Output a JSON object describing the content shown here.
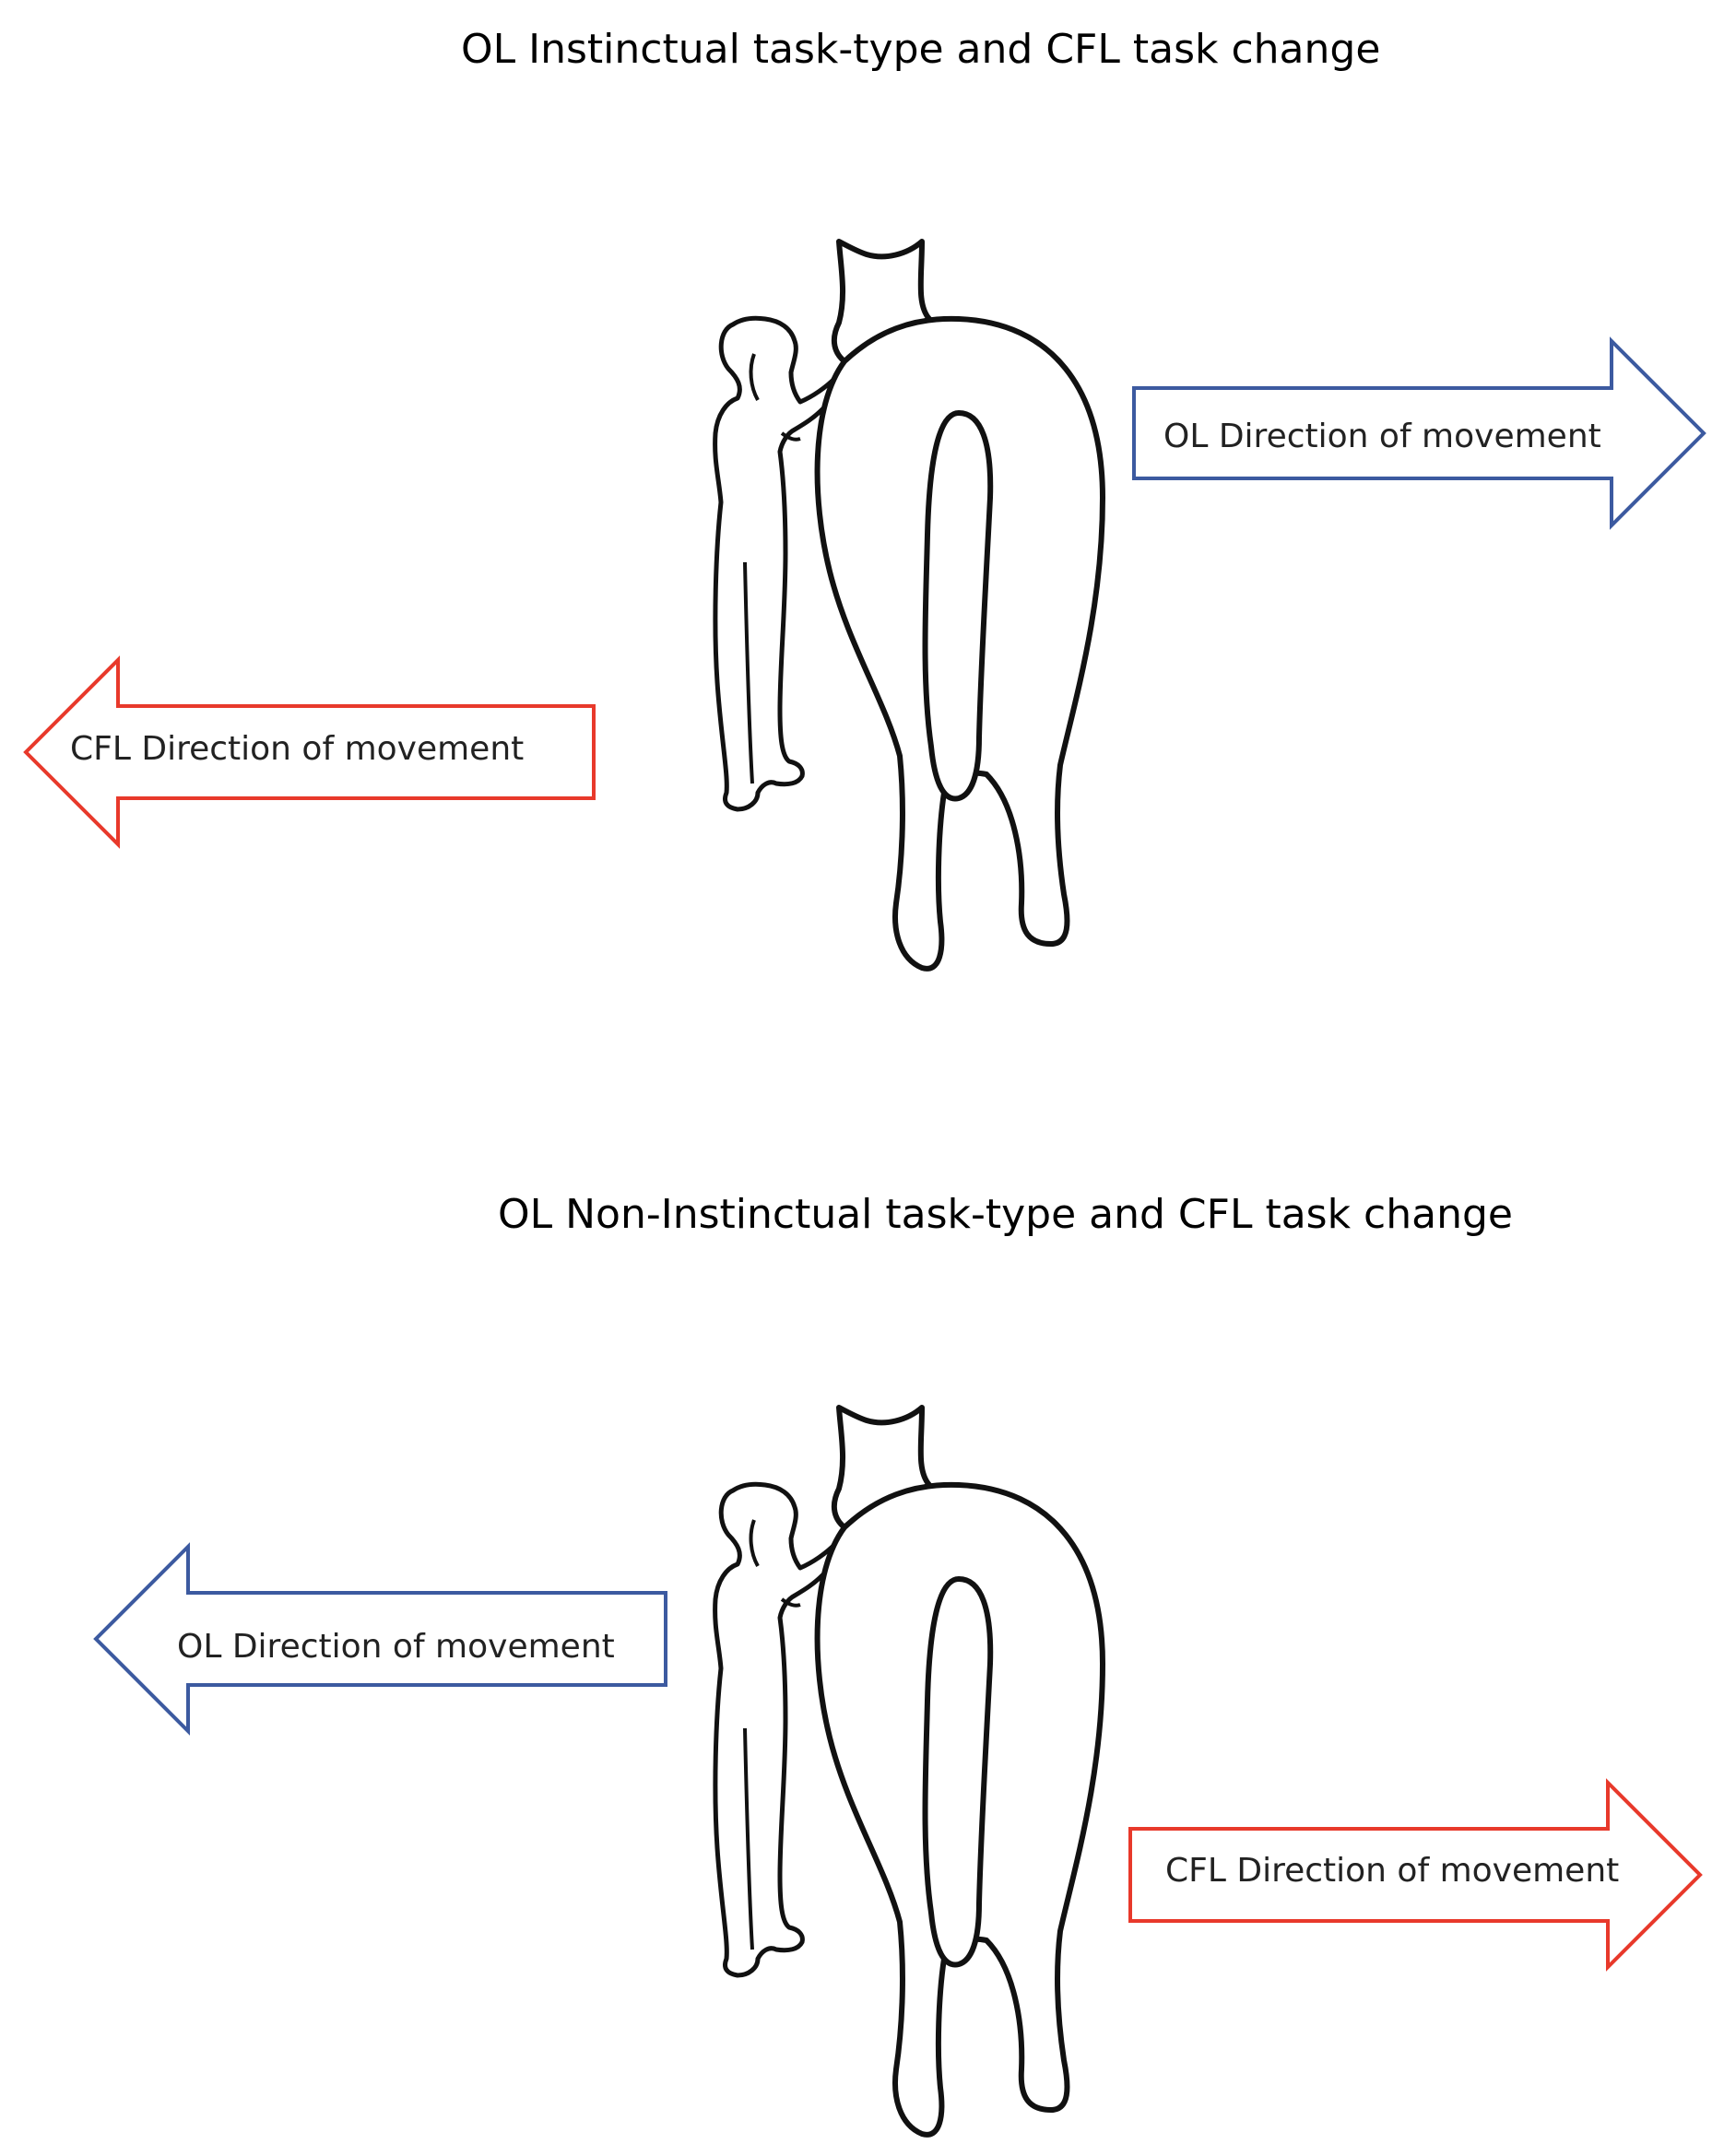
{
  "panels": [
    {
      "title": "OL Instinctual task-type and CFL task change",
      "arrows": [
        {
          "label": "OL Direction of movement",
          "direction": "right",
          "color": "#3c5aa0"
        },
        {
          "label": "CFL Direction of movement",
          "direction": "left",
          "color": "#e8392b"
        }
      ]
    },
    {
      "title": "OL Non-Instinctual task-type and CFL task change",
      "arrows": [
        {
          "label": "OL Direction of movement",
          "direction": "left",
          "color": "#3c5aa0"
        },
        {
          "label": "CFL Direction of movement",
          "direction": "right",
          "color": "#e8392b"
        }
      ]
    }
  ],
  "icons": {
    "handler": "person-icon",
    "horse": "horse-rear-view-icon"
  }
}
